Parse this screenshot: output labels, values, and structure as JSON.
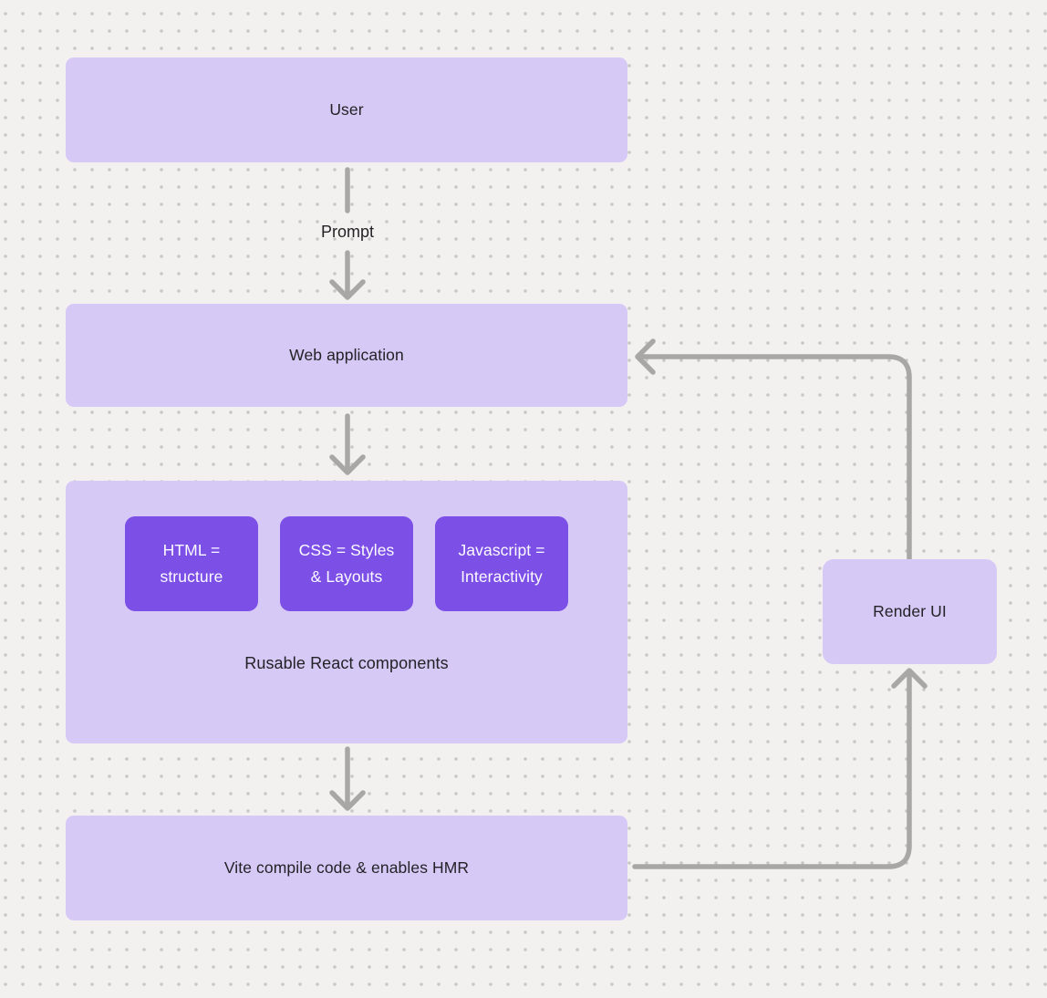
{
  "diagram": {
    "nodes": {
      "user": {
        "label": "User"
      },
      "web_application": {
        "label": "Web application"
      },
      "components_group": {
        "caption": "Rusable React components",
        "chips": [
          {
            "label": "HTML =\nstructure"
          },
          {
            "label": "CSS = Styles\n& Layouts"
          },
          {
            "label": "Javascript =\nInteractivity"
          }
        ]
      },
      "vite": {
        "label": "Vite compile code & enables HMR"
      },
      "render_ui": {
        "label": "Render UI"
      }
    },
    "edges": {
      "prompt_label": "Prompt",
      "flow": [
        "User -> Web application (Prompt)",
        "Web application -> Components group",
        "Components group -> Vite compile code & enables HMR",
        "Vite compile code & enables HMR -> Render UI",
        "Render UI -> Web application"
      ]
    },
    "colors": {
      "background": "#f2f1f0",
      "grid_dot": "#c9c7c5",
      "node_fill": "#d7c9f6",
      "chip_fill": "#7c4fe6",
      "arrow": "#a9a7a6",
      "text_dark": "#232226",
      "text_light": "#fcfbff"
    }
  }
}
